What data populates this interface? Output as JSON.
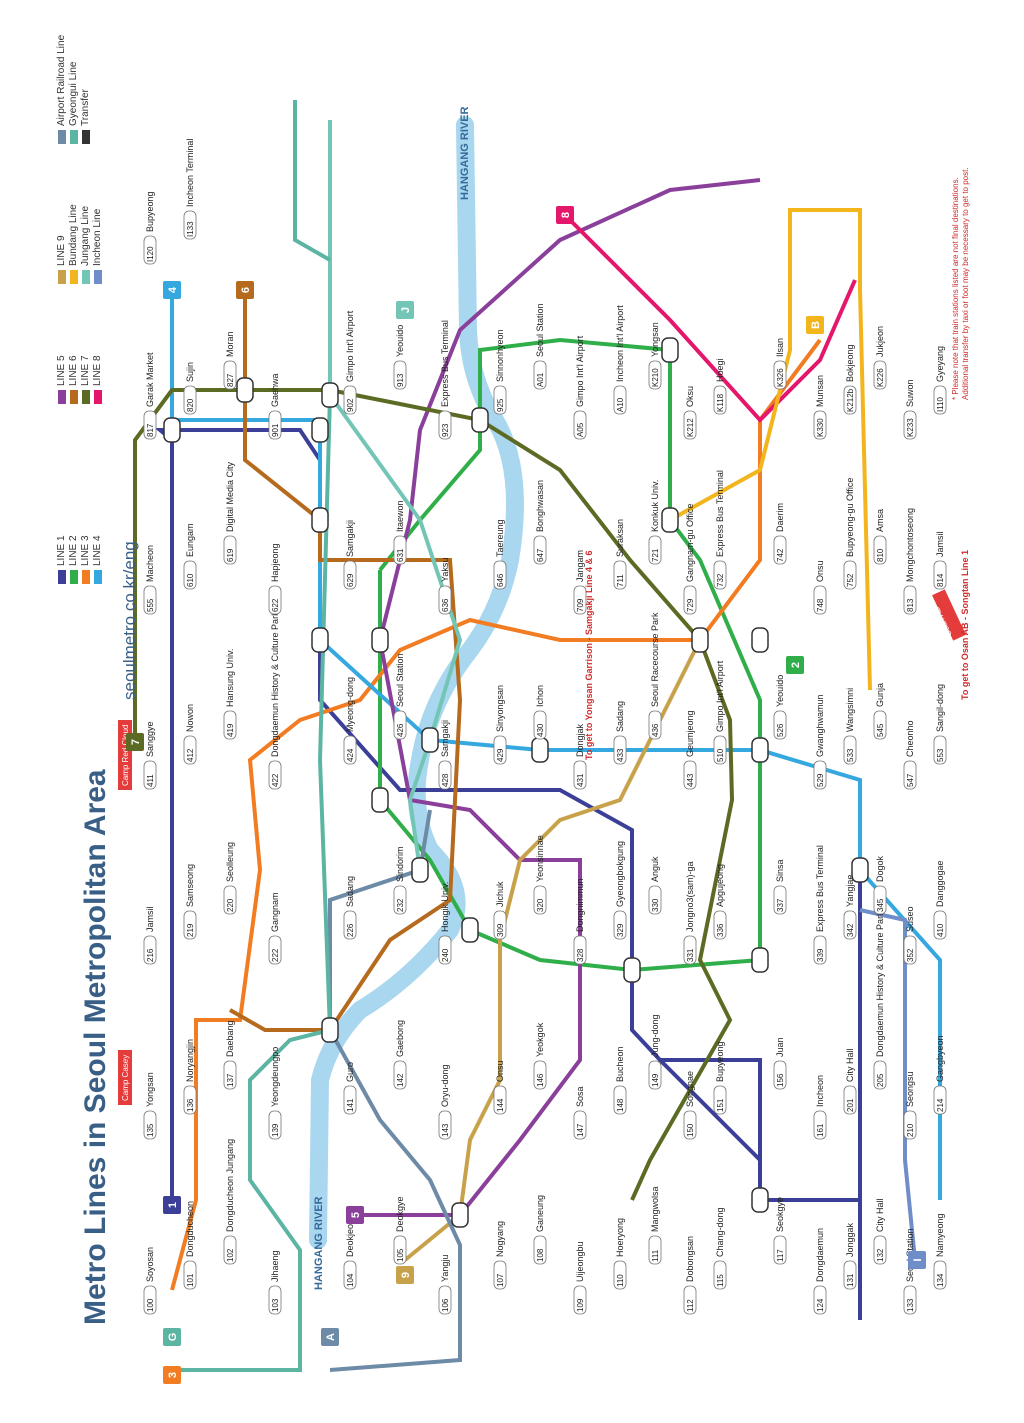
{
  "title": "Metro Lines in Seoul Metropolitan Area",
  "url": "seoulmetro.co.kr/eng",
  "river": "HANGANG RIVER",
  "legend": {
    "lines": [
      {
        "label": "LINE 1",
        "color": "#3b3f98"
      },
      {
        "label": "LINE 2",
        "color": "#2fae4a"
      },
      {
        "label": "LINE 3",
        "color": "#f27c22"
      },
      {
        "label": "LINE 4",
        "color": "#35a8df"
      },
      {
        "label": "LINE 5",
        "color": "#8a3f9b"
      },
      {
        "label": "LINE 6",
        "color": "#b56a1d"
      },
      {
        "label": "LINE 7",
        "color": "#5b6b23"
      },
      {
        "label": "LINE 8",
        "color": "#e5176c"
      },
      {
        "label": "LINE 9",
        "color": "#c8a24a"
      },
      {
        "label": "Bundang Line",
        "color": "#f2b51c"
      },
      {
        "label": "Jungang Line",
        "color": "#73c6b6"
      },
      {
        "label": "Incheon Line",
        "color": "#6f8dc9"
      },
      {
        "label": "Airport Railroad Line",
        "color": "#6d8aa6"
      },
      {
        "label": "Gyeongui Line",
        "color": "#5bb5a2"
      },
      {
        "label": "Transfer",
        "color": "#333333"
      }
    ]
  },
  "notes": {
    "yongsan": "To get to Yongsan Garrison - Samgakji Line 4 & 6",
    "osan": "To get to Osan AB - Songtan Line 1",
    "osan_label": "Osan AB",
    "camp_red_cloud": "Camp Red Cloud",
    "camp_casey": "Camp Casey",
    "footnote1": "* Please note that train stations listed are not final destinations.",
    "footnote2": "Additional transfer by taxi or foot may be necessary to get to post."
  },
  "line_badges": [
    "1",
    "2",
    "3",
    "4",
    "5",
    "6",
    "7",
    "8",
    "9",
    "A",
    "B",
    "G",
    "I",
    "J"
  ],
  "stations": [
    {
      "code": "100",
      "name": "Soyosan"
    },
    {
      "code": "101",
      "name": "Dongducheon"
    },
    {
      "code": "102",
      "name": "Dongducheon Jungang"
    },
    {
      "code": "103",
      "name": "Jihaeng"
    },
    {
      "code": "104",
      "name": "Deokjeong"
    },
    {
      "code": "105",
      "name": "Deokgye"
    },
    {
      "code": "106",
      "name": "Yangju"
    },
    {
      "code": "107",
      "name": "Nogyang"
    },
    {
      "code": "108",
      "name": "Ganeung"
    },
    {
      "code": "109",
      "name": "Uijeongbu"
    },
    {
      "code": "110",
      "name": "Hoeryong"
    },
    {
      "code": "111",
      "name": "Mangwolsa"
    },
    {
      "code": "112",
      "name": "Dobongsan"
    },
    {
      "code": "115",
      "name": "Chang-dong"
    },
    {
      "code": "117",
      "name": "Seokgye"
    },
    {
      "code": "124",
      "name": "Dongdaemun"
    },
    {
      "code": "131",
      "name": "Jonggak"
    },
    {
      "code": "132",
      "name": "City Hall"
    },
    {
      "code": "133",
      "name": "Seoul Station"
    },
    {
      "code": "134",
      "name": "Namyeong"
    },
    {
      "code": "135",
      "name": "Yongsan"
    },
    {
      "code": "136",
      "name": "Noryangjin"
    },
    {
      "code": "137",
      "name": "Daebang"
    },
    {
      "code": "139",
      "name": "Yeongdeungpo"
    },
    {
      "code": "141",
      "name": "Guro"
    },
    {
      "code": "142",
      "name": "Gaebong"
    },
    {
      "code": "143",
      "name": "Oryu-dong"
    },
    {
      "code": "144",
      "name": "Onsu"
    },
    {
      "code": "146",
      "name": "Yeokgok"
    },
    {
      "code": "147",
      "name": "Sosa"
    },
    {
      "code": "148",
      "name": "Bucheon"
    },
    {
      "code": "149",
      "name": "Jung-dong"
    },
    {
      "code": "150",
      "name": "Songnae"
    },
    {
      "code": "151",
      "name": "Bupyeong"
    },
    {
      "code": "156",
      "name": "Juan"
    },
    {
      "code": "161",
      "name": "Incheon"
    },
    {
      "code": "201",
      "name": "City Hall"
    },
    {
      "code": "205",
      "name": "Dongdaemun History & Culture Park"
    },
    {
      "code": "210",
      "name": "Seongsu"
    },
    {
      "code": "214",
      "name": "Gangbyeon"
    },
    {
      "code": "216",
      "name": "Jamsil"
    },
    {
      "code": "219",
      "name": "Samseong"
    },
    {
      "code": "220",
      "name": "Seolleung"
    },
    {
      "code": "222",
      "name": "Gangnam"
    },
    {
      "code": "226",
      "name": "Sadang"
    },
    {
      "code": "232",
      "name": "Sindorim"
    },
    {
      "code": "240",
      "name": "Hongik Univ."
    },
    {
      "code": "309",
      "name": "Jichuk"
    },
    {
      "code": "320",
      "name": "Yeonsinnae"
    },
    {
      "code": "328",
      "name": "Dongnimmun"
    },
    {
      "code": "329",
      "name": "Gyeongbokgung"
    },
    {
      "code": "330",
      "name": "Anguk"
    },
    {
      "code": "331",
      "name": "Jongno3(sam)-ga"
    },
    {
      "code": "336",
      "name": "Apgujeong"
    },
    {
      "code": "337",
      "name": "Sinsa"
    },
    {
      "code": "339",
      "name": "Express Bus Terminal"
    },
    {
      "code": "342",
      "name": "Yangjae"
    },
    {
      "code": "345",
      "name": "Dogok"
    },
    {
      "code": "352",
      "name": "Suseo"
    },
    {
      "code": "410",
      "name": "Danggogae"
    },
    {
      "code": "411",
      "name": "Sanggye"
    },
    {
      "code": "412",
      "name": "Nowon"
    },
    {
      "code": "419",
      "name": "Hansung Univ."
    },
    {
      "code": "422",
      "name": "Dongdaemun History & Culture Park"
    },
    {
      "code": "424",
      "name": "Myeong-dong"
    },
    {
      "code": "426",
      "name": "Seoul Station"
    },
    {
      "code": "428",
      "name": "Samgakji"
    },
    {
      "code": "429",
      "name": "Sinyongsan"
    },
    {
      "code": "430",
      "name": "Ichon"
    },
    {
      "code": "431",
      "name": "Dongjak"
    },
    {
      "code": "433",
      "name": "Sadang"
    },
    {
      "code": "436",
      "name": "Seoul Racecourse Park"
    },
    {
      "code": "443",
      "name": "Geumjeong"
    },
    {
      "code": "510",
      "name": "Gimpo Int'l Airport"
    },
    {
      "code": "526",
      "name": "Yeouido"
    },
    {
      "code": "529",
      "name": "Gwanghwamun"
    },
    {
      "code": "533",
      "name": "Wangsimni"
    },
    {
      "code": "545",
      "name": "Gunja"
    },
    {
      "code": "547",
      "name": "Cheonho"
    },
    {
      "code": "553",
      "name": "Sangil-dong"
    },
    {
      "code": "555",
      "name": "Macheon"
    },
    {
      "code": "610",
      "name": "Eungam"
    },
    {
      "code": "619",
      "name": "Digital Media City"
    },
    {
      "code": "622",
      "name": "Hapjeong"
    },
    {
      "code": "629",
      "name": "Samgakji"
    },
    {
      "code": "631",
      "name": "Itaewon"
    },
    {
      "code": "636",
      "name": "Yaksu"
    },
    {
      "code": "646",
      "name": "Taereung"
    },
    {
      "code": "647",
      "name": "Bonghwasan"
    },
    {
      "code": "709",
      "name": "Jangam"
    },
    {
      "code": "711",
      "name": "Suraksan"
    },
    {
      "code": "721",
      "name": "Konkuk Univ."
    },
    {
      "code": "729",
      "name": "Gangnam-gu Office"
    },
    {
      "code": "732",
      "name": "Express Bus Terminal"
    },
    {
      "code": "742",
      "name": "Daerim"
    },
    {
      "code": "748",
      "name": "Onsu"
    },
    {
      "code": "752",
      "name": "Bupyeong-gu Office"
    },
    {
      "code": "810",
      "name": "Amsa"
    },
    {
      "code": "813",
      "name": "Mongchontoseong"
    },
    {
      "code": "814",
      "name": "Jamsil"
    },
    {
      "code": "817",
      "name": "Garak Market"
    },
    {
      "code": "820",
      "name": "Sujin"
    },
    {
      "code": "827",
      "name": "Moran"
    },
    {
      "code": "901",
      "name": "Gaehwa"
    },
    {
      "code": "902",
      "name": "Gimpo Int'l Airport"
    },
    {
      "code": "913",
      "name": "Yeouido"
    },
    {
      "code": "923",
      "name": "Express Bus Terminal"
    },
    {
      "code": "925",
      "name": "Sinnonhyeon"
    },
    {
      "code": "A01",
      "name": "Seoul Station"
    },
    {
      "code": "A05",
      "name": "Gimpo Int'l Airport"
    },
    {
      "code": "A10",
      "name": "Incheon Int'l Airport"
    },
    {
      "code": "K210",
      "name": "Yongsan"
    },
    {
      "code": "K212",
      "name": "Oksu"
    },
    {
      "code": "K118",
      "name": "Hoegi"
    },
    {
      "code": "K326",
      "name": "Ilsan"
    },
    {
      "code": "K330",
      "name": "Munsan"
    },
    {
      "code": "K212b",
      "name": "Bokjeong"
    },
    {
      "code": "K226",
      "name": "Jukjeon"
    },
    {
      "code": "K233",
      "name": "Suwon"
    },
    {
      "code": "I110",
      "name": "Gyeyang"
    },
    {
      "code": "I120",
      "name": "Bupyeong"
    },
    {
      "code": "I133",
      "name": "Incheon Terminal"
    }
  ]
}
